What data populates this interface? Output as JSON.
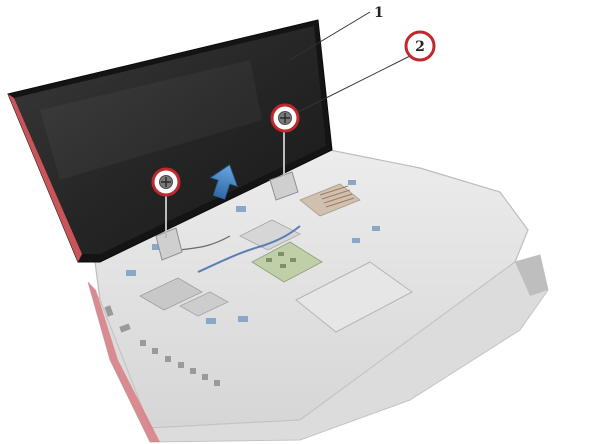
{
  "callouts": [
    {
      "label": "1",
      "target": "display-assembly"
    },
    {
      "label": "2",
      "target": "hinge-screw"
    }
  ],
  "icons": {
    "screw_marker": "screw-icon",
    "lift_arrow": "arrow-up-icon"
  },
  "colors": {
    "display_panel": "#2a2a2a",
    "display_bezel": "#1a1a1a",
    "chassis_body": "#e3e3e3",
    "chassis_edge": "#c9c9c9",
    "accent_trim": "#c9545a",
    "highlight_circle": "#c0282d",
    "arrow": "#3f7fbf",
    "leader_line": "#333333"
  }
}
